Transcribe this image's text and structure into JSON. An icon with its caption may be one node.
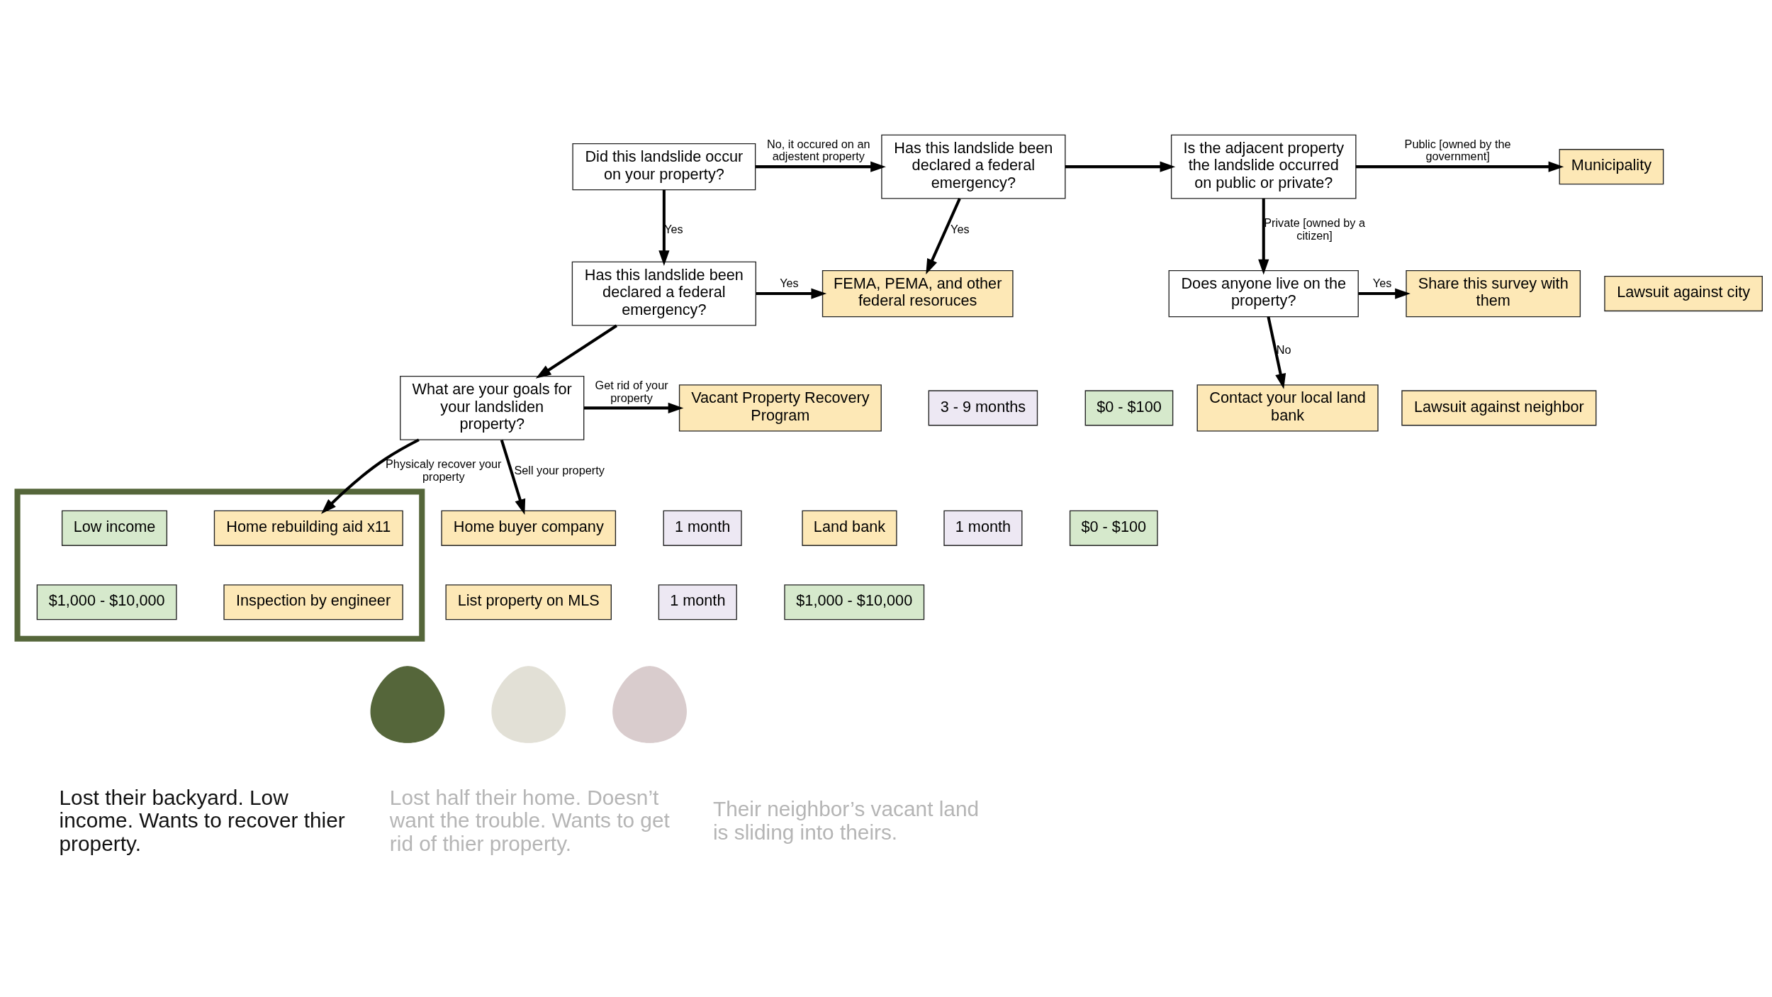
{
  "diagram": {
    "nodes": [
      {
        "text": [
          "Did this landslide occur on your property?"
        ]
      },
      {
        "text": [
          "Has this landslide been declared a federal emergency?"
        ]
      },
      {
        "text": [
          "Is the adjacent property the landslide occurred on public or private?"
        ]
      },
      {
        "text": [
          "Municipality"
        ]
      },
      {
        "text": [
          "Lawsuit against city"
        ]
      },
      {
        "text": [
          "Has this landslide been declared a federal emergency?"
        ]
      },
      {
        "text": [
          "FEMA, PEMA, and other federal resoruces"
        ]
      },
      {
        "text": [
          "Does anyone live on the property?"
        ]
      },
      {
        "text": [
          "Share this survey with them"
        ]
      },
      {
        "text": [
          "Lawsuit against neighbor"
        ]
      },
      {
        "text": [
          "Contact your local land bank"
        ]
      },
      {
        "text": [
          "What are your goals for your landsliden property?"
        ]
      },
      {
        "text": [
          "Vacant Property Recovery Program"
        ]
      },
      {
        "text": [
          "3 - 9 months"
        ]
      },
      {
        "text": [
          "$0 - $100"
        ]
      },
      {
        "text": [
          "Land bank"
        ]
      },
      {
        "text": [
          "1 month"
        ]
      },
      {
        "text": [
          "$0 - $100"
        ]
      },
      {
        "text": [],
        "shape": "box"
      },
      {
        "text": [
          "Low income"
        ],
        "in": 18
      },
      {
        "text": [
          "Home rebuilding aid x11"
        ],
        "in": 18
      },
      {
        "text": [
          "$1,000 - $10,000"
        ],
        "in": 18
      },
      {
        "text": [
          "Inspection by engineer"
        ],
        "in": 18
      },
      {
        "text": [
          "Home buyer company"
        ]
      },
      {
        "text": [
          "1 month"
        ]
      },
      {
        "text": [
          "List property on MLS"
        ]
      },
      {
        "text": [
          "1 month"
        ]
      },
      {
        "text": [
          "$1,000 - $10,000"
        ]
      },
      {
        "text": [],
        "shape": "person",
        "beside": [
          "Lost their backyard. Low income. Wants to recover thier property."
        ]
      },
      {
        "text": [],
        "shape": "person",
        "beside": [
          "Lost half their home. Doesn’t want the trouble. Wants to get rid of thier property."
        ]
      },
      {
        "text": [],
        "shape": "person",
        "beside": [
          "Their neighbor’s vacant land is sliding into theirs."
        ]
      }
    ],
    "edges": [
      {
        "from": 0,
        "to": 1,
        "arrow": "to",
        "label": "No, it occured on an adjestent property"
      },
      {
        "from": 0,
        "to": 5,
        "arrow": "to",
        "label": "Yes"
      },
      {
        "from": 1,
        "to": 2,
        "arrow": "to"
      },
      {
        "from": 1,
        "to": 6,
        "arrow": "to",
        "label": "Yes"
      },
      {
        "from": 2,
        "to": 3,
        "arrow": "to",
        "label": "Public [owned by the government]"
      },
      {
        "from": 2,
        "to": 7,
        "arrow": "to",
        "label": "Private [owned by a citizen]"
      },
      {
        "from": 7,
        "to": 8,
        "arrow": "to",
        "label": "Yes"
      },
      {
        "from": 7,
        "to": 10,
        "arrow": "to",
        "label": "No"
      },
      {
        "from": 5,
        "to": 6,
        "arrow": "to",
        "label": "Yes"
      },
      {
        "from": 5,
        "to": 11,
        "arrow": "to"
      },
      {
        "from": 11,
        "to": 12,
        "arrow": "to",
        "label": "Get rid of your property"
      },
      {
        "from": 11,
        "to": 20,
        "arrow": "to",
        "label": "Physicaly recover your property"
      },
      {
        "from": 11,
        "to": 23,
        "arrow": "to",
        "label": "Sell your property"
      }
    ]
  }
}
